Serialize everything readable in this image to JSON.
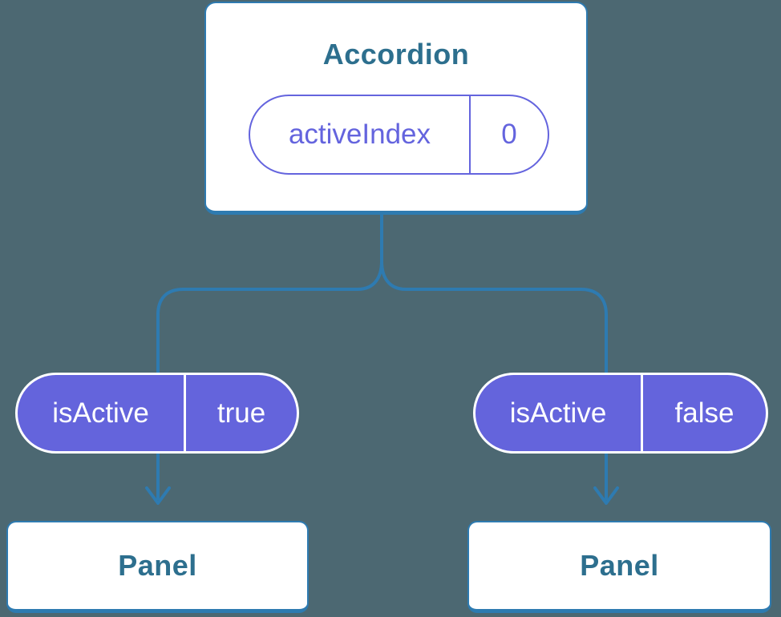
{
  "diagram": {
    "root": {
      "title": "Accordion",
      "state": {
        "name": "activeIndex",
        "value": "0"
      }
    },
    "children": [
      {
        "prop": {
          "name": "isActive",
          "value": "true"
        },
        "node_title": "Panel"
      },
      {
        "prop": {
          "name": "isActive",
          "value": "false"
        },
        "node_title": "Panel"
      }
    ],
    "colors": {
      "background": "#4C6872",
      "connector_blue": "#2E7BB1",
      "node_border_blue": "#2E7BB1",
      "node_background": "#FFFFFF",
      "title_teal": "#2D6F8E",
      "prop_purple": "#6464DC",
      "pill_text_white": "#FFFFFF"
    }
  }
}
